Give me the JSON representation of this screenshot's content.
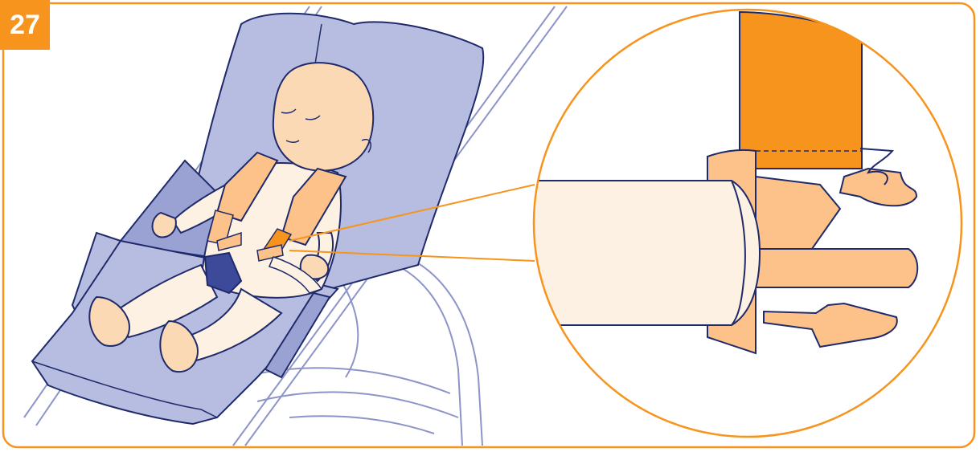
{
  "step": {
    "number": "27"
  },
  "colors": {
    "accent": "#f7941d",
    "outline": "#1f2a6b",
    "seat": "#b7bde0",
    "seat_dark": "#9aa2d3",
    "skin": "#fbd9b5",
    "strap": "#fcc28a",
    "strap_dark": "#f7941d",
    "cream": "#fdf1e3",
    "buckle": "#3d4a9a",
    "frame_line": "#8c94c8"
  },
  "illustration": {
    "subject": "child-seated-in-stroller-seat",
    "detail_view": "harness-buckle-closeup"
  }
}
